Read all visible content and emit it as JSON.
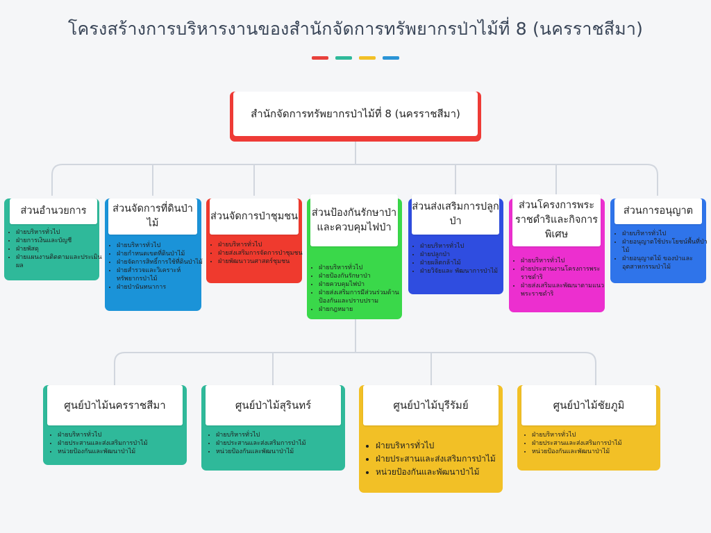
{
  "title": "โครงสร้างการบริหารงานของสำนักจัดการทรัพยากรป่าไม้ที่ 8 (นครราชสีมา)",
  "colors": {
    "stripe_red": "#e8413c",
    "stripe_teal": "#2fb99a",
    "stripe_yellow": "#f2c026",
    "stripe_blue": "#2a94d6",
    "connector": "#d1d6de"
  },
  "root": {
    "label": "สำนักจัดการทรัพยากรป่าไม้ที่ 8 (นครราชสีมา)"
  },
  "divisions": [
    {
      "label": "ส่วนอำนวยการ",
      "color": "#2fb99a",
      "items": [
        "ฝ่ายบริหารทั่วไป",
        "ฝ่ายการเงินและบัญชี",
        "ฝ่ายพัสดุ",
        "ฝ่ายแผนงานติดตามและประเมินผล"
      ]
    },
    {
      "label": "ส่วนจัดการที่ดินป่าไม้",
      "color": "#1b93d8",
      "items": [
        "ฝ่ายบริหารทั่วไป",
        "ฝ่ายกำหนดเขตที่ดินป่าไม้",
        "ฝ่ายจัดการสิทธิ์การใช้ที่ดินป่าไม้",
        "ฝ่ายสำรวจและวิเคราะห์ ทรัพยากรป่าไม้",
        "ฝ่ายป่านันทนาการ"
      ]
    },
    {
      "label": "ส่วนจัดการป่าชุมชน",
      "color": "#ef3a2e",
      "items": [
        "ฝ่ายบริหารทั่วไป",
        "ฝ่ายส่งเสริมการจัดการป่าชุมชน",
        "ฝ่ายพัฒนาวนศาสตร์ชุมชน"
      ]
    },
    {
      "label": "ส่วนป้องกันรักษาป่าและควบคุมไฟป่า",
      "color": "#3ad84a",
      "items": [
        "ฝ่ายบริหารทั่วไป",
        "ฝ่ายป้องกันรักษาป่า",
        "ฝ่ายควบคุมไฟป่า",
        "ฝ่ายส่งเสริมการมีส่วนร่วมด้านป้องกันและปราบปราม",
        "ฝ่ายกฎหมาย"
      ]
    },
    {
      "label": "ส่วนส่งเสริมการปลูกป่า",
      "color": "#2f4de0",
      "items": [
        "ฝ่ายบริหารทั่วไป",
        "ฝ่ายปลูกป่า",
        "ฝ่ายผลิตกล้าไม้",
        "ฝ่ายวิจัยและ พัฒนาการป่าไม้"
      ]
    },
    {
      "label": "ส่วนโครงการพระราชดำริและกิจการพิเศษ",
      "color": "#ec2fcf",
      "items": [
        "ฝ่ายบริหารทั่วไป",
        "ฝ่ายประสานงานโครงการพระราชดำริ",
        "ฝ่ายส่งเสริมและพัฒนาตามแนวพระราชดำริ"
      ]
    },
    {
      "label": "ส่วนการอนุญาต",
      "color": "#2f74ea",
      "items": [
        "ฝ่ายบริหารทั่วไป",
        "ฝ่ายอนุญาตใช้ประโยชน์พื้นที่ป่าไม้",
        "ฝ่ายอนุญาตไม้ ของป่าและอุตสาหกรรมป่าไม้"
      ]
    }
  ],
  "centers": [
    {
      "label": "ศูนย์ป่าไม้นครราชสีมา",
      "color": "#2fb99a",
      "items": [
        "ฝ่ายบริหารทั่วไป",
        "ฝ่ายประสานและส่งเสริมการป่าไม้",
        "หน่วยป้องกันและพัฒนาป่าไม้"
      ]
    },
    {
      "label": "ศูนย์ป่าไม้สุรินทร์",
      "color": "#2fb99a",
      "items": [
        "ฝ่ายบริหารทั่วไป",
        "ฝ่ายประสานและส่งเสริมการป่าไม้",
        "หน่วยป้องกันและพัฒนาป่าไม้"
      ]
    },
    {
      "label": "ศูนย์ป่าไม้บุรีรัมย์",
      "color": "#f2c026",
      "items": [
        "ฝ่ายบริหารทั่วไป",
        "ฝ่ายประสานและส่งเสริมการป่าไม้",
        "หน่วยป้องกันและพัฒนาป่าไม้"
      ]
    },
    {
      "label": "ศูนย์ป่าไม้ชัยภูมิ",
      "color": "#f2c026",
      "items": [
        "ฝ่ายบริหารทั่วไป",
        "ฝ่ายประสานและส่งเสริมการป่าไม้",
        "หน่วยป้องกันและพัฒนาป่าไม้"
      ]
    }
  ]
}
